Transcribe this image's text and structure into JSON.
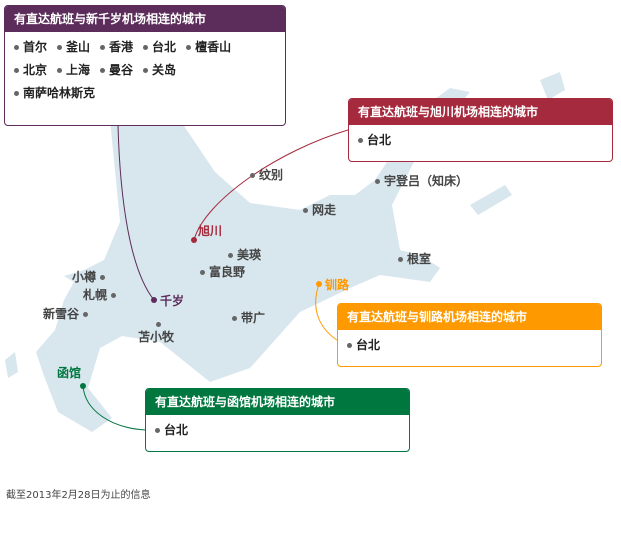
{
  "colors": {
    "chitose": "#5c2d5a",
    "asahikawa": "#a52a3d",
    "kushiro": "#ff9900",
    "hakodate": "#00773f",
    "land": "#d8e6ee"
  },
  "boxes": {
    "chitose": {
      "title": "有直达航班与新千岁机场相连的城市",
      "cities": [
        "首尔",
        "釜山",
        "香港",
        "台北",
        "檀香山",
        "北京",
        "上海",
        "曼谷",
        "关岛",
        "南萨哈林斯克"
      ]
    },
    "asahikawa": {
      "title": "有直达航班与旭川机场相连的城市",
      "cities": [
        "台北"
      ]
    },
    "kushiro": {
      "title": "有直达航班与钏路机场相连的城市",
      "cities": [
        "台北"
      ]
    },
    "hakodate": {
      "title": "有直达航班与函馆机场相连的城市",
      "cities": [
        "台北"
      ]
    }
  },
  "airports": {
    "chitose": "千岁",
    "asahikawa": "旭川",
    "kushiro": "钏路",
    "hakodate": "函馆"
  },
  "cities": {
    "monbetsu": "纹别",
    "utoro": "宇登吕（知床）",
    "abashiri": "网走",
    "biei": "美瑛",
    "furano": "富良野",
    "nemuro": "根室",
    "otaru": "小樽",
    "sapporo": "札幌",
    "niseko": "新雪谷",
    "tomakomai": "苫小牧",
    "obihiro": "带广"
  },
  "note": "截至2013年2月28日为止的信息"
}
